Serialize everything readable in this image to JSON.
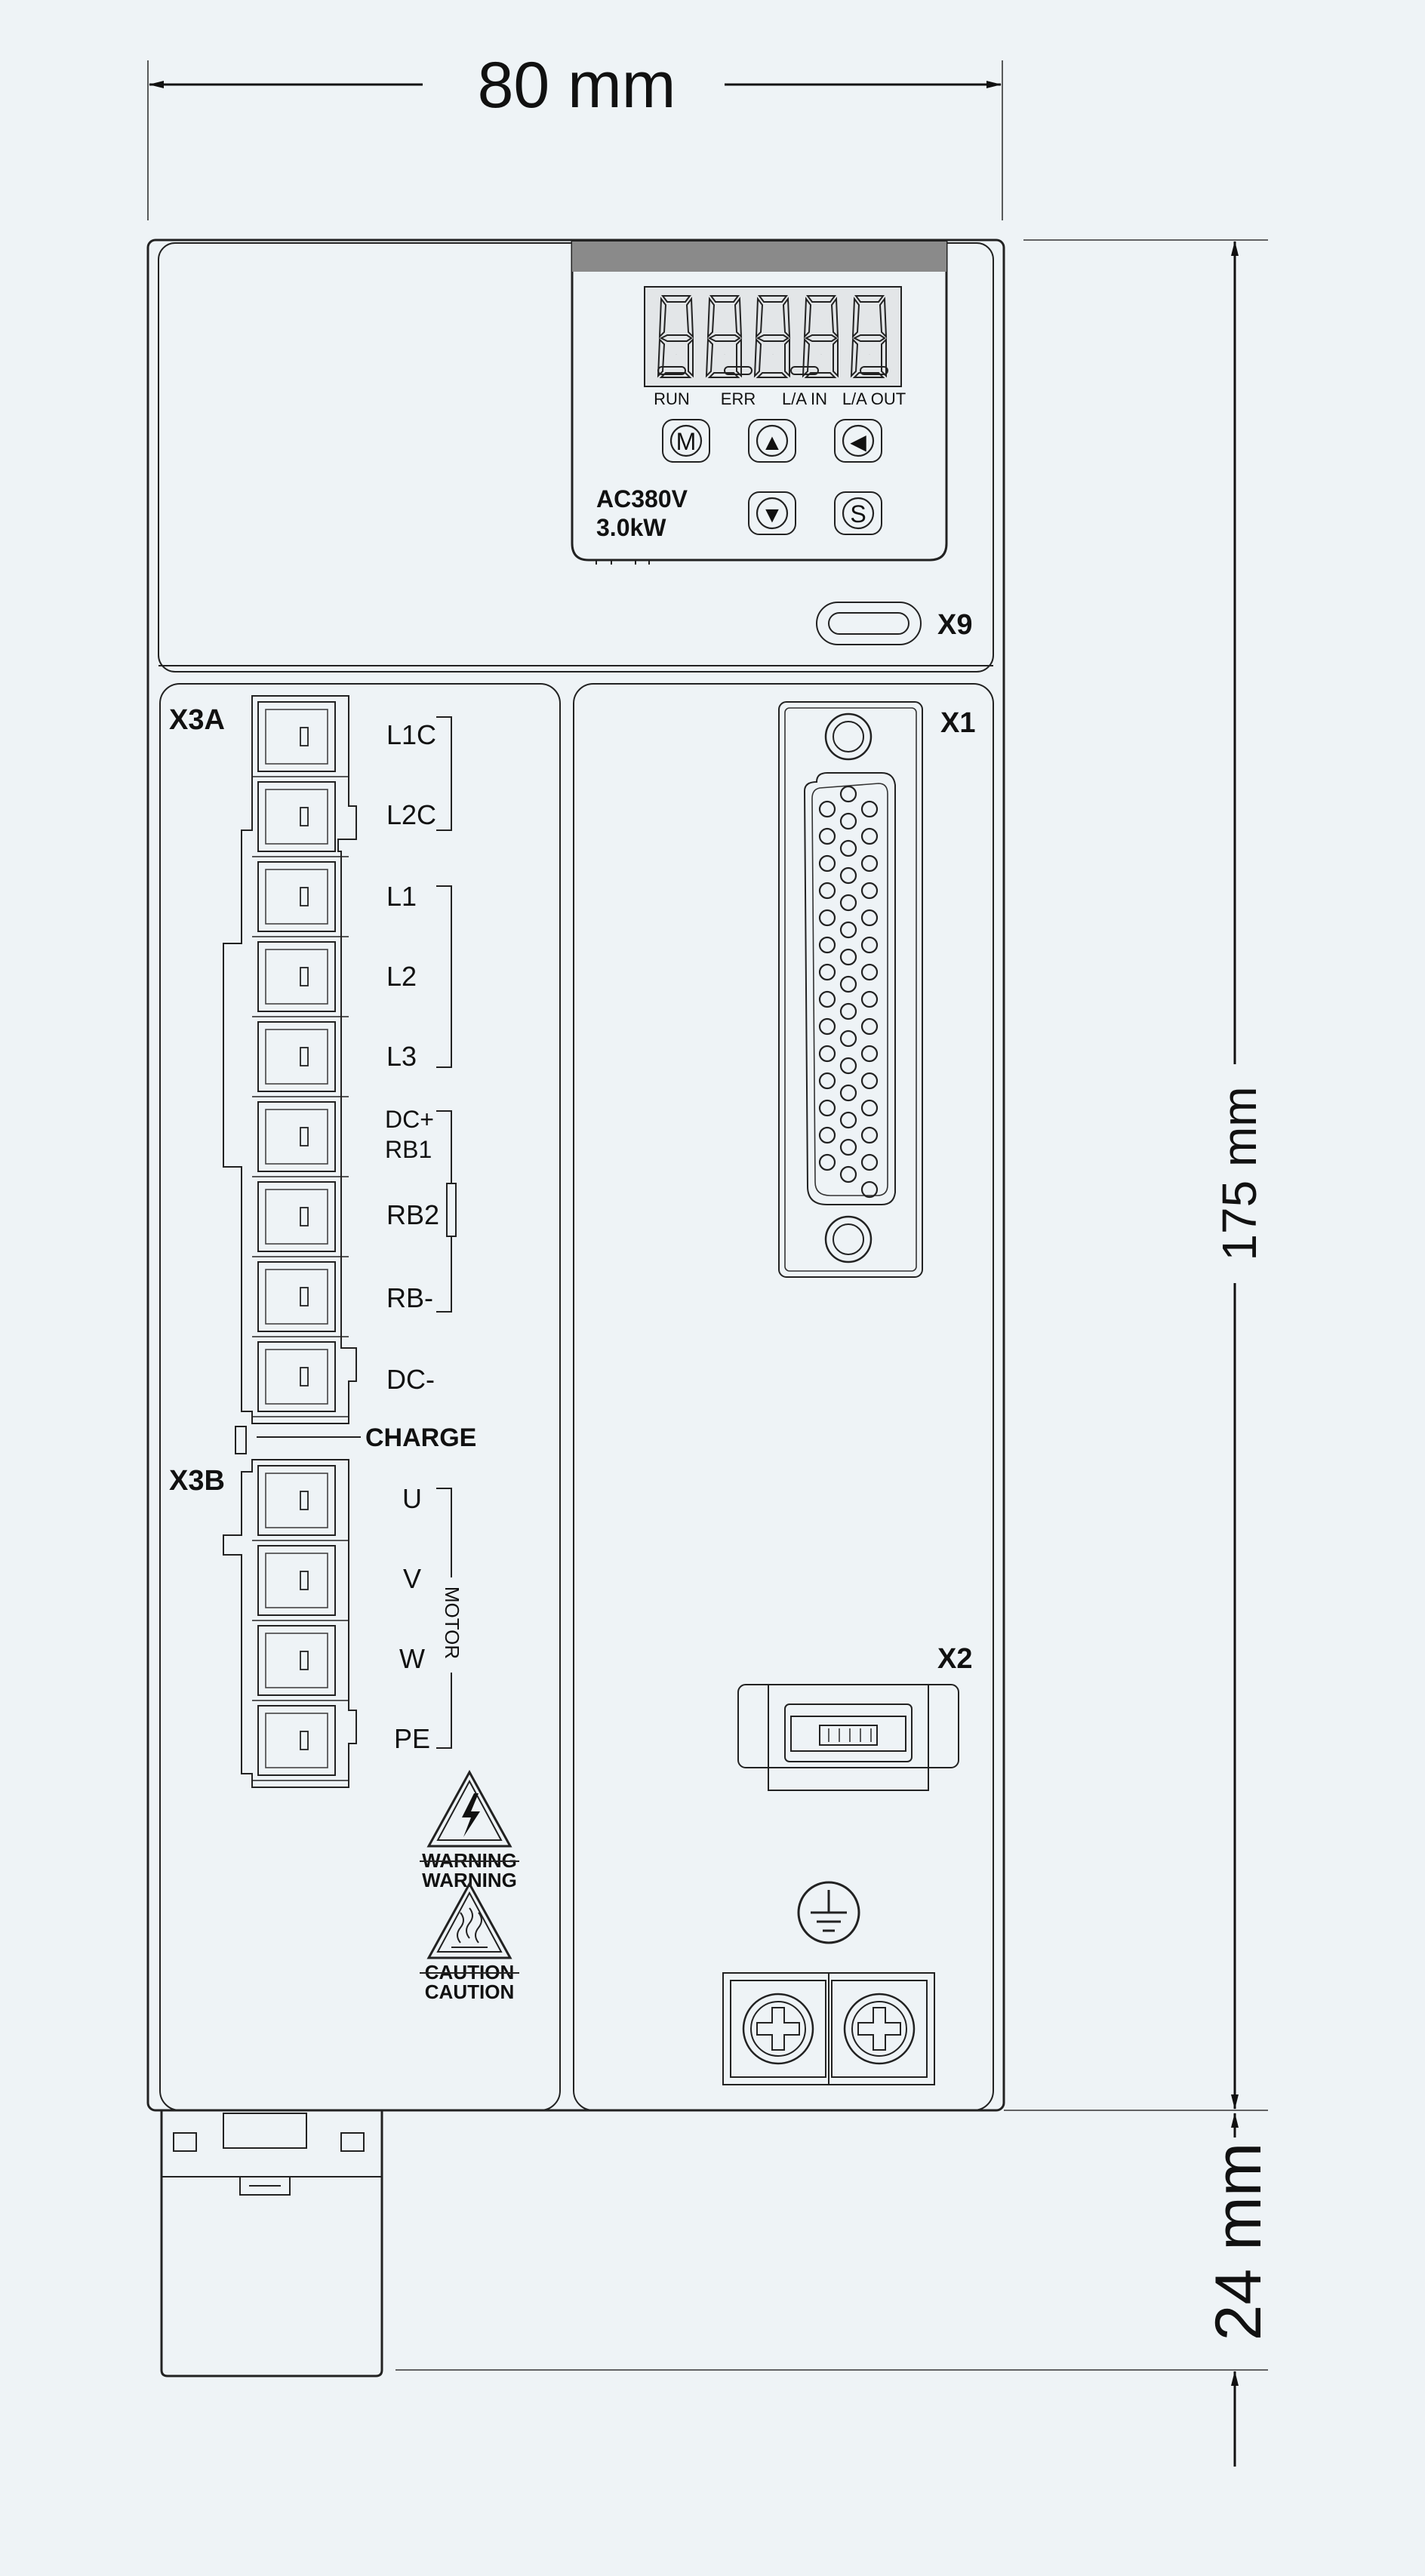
{
  "dimensions": {
    "width_label": "80 mm",
    "height_label": "175 mm",
    "depth_label": "24 mm"
  },
  "panel": {
    "display_digits": [
      "8",
      "8",
      "8",
      "8",
      "8"
    ],
    "led_labels": [
      "RUN",
      "ERR",
      "L/A IN",
      "L/A OUT"
    ],
    "buttons": {
      "mode": "M",
      "up": "▲",
      "left": "◀",
      "down": "▼",
      "set": "S"
    },
    "rating_voltage": "AC380V",
    "rating_power": "3.0kW"
  },
  "connectors": {
    "x9": "X9",
    "x1": "X1",
    "x2": "X2",
    "x3a": "X3A",
    "x3b": "X3B"
  },
  "x3a_terminals": [
    "L1C",
    "L2C",
    "L1",
    "L2",
    "L3",
    "DC+",
    "RB1",
    "RB2",
    "RB-",
    "DC-"
  ],
  "charge_label": "CHARGE",
  "x3b_terminals": [
    "U",
    "V",
    "W",
    "PE"
  ],
  "motor_label": "MOTOR",
  "warning": {
    "label_strike": "WARNING",
    "label": "WARNING"
  },
  "caution": {
    "label_strike": "CAUTION",
    "label": "CAUTION"
  },
  "colors": {
    "background": "#eef3f6",
    "line": "#222222",
    "display_face": "#e3e6e8",
    "panel_header": "#8a8a8a"
  }
}
